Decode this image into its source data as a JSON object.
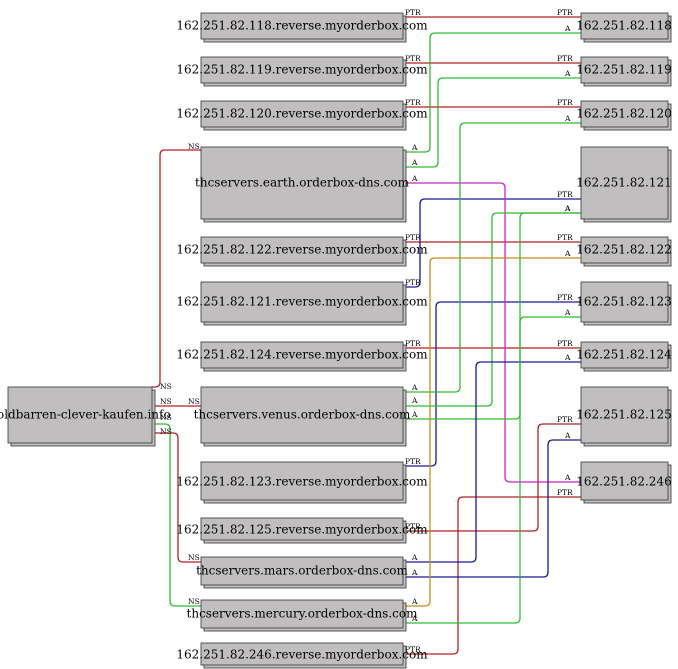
{
  "colors": {
    "NS": "#b22222",
    "PTR": "#b22222",
    "A_green": "#33bb33",
    "A_magenta": "#cc22cc",
    "A_blue": "#1a1a99",
    "A_orange": "#c88a1a",
    "node_fill": "#c0bebf"
  },
  "nodes": {
    "domain": "goldbarren-clever-kaufen.info",
    "ns_earth": "thcservers.earth.orderbox-dns.com",
    "ns_venus": "thcservers.venus.orderbox-dns.com",
    "ns_mars": "thcservers.mars.orderbox-dns.com",
    "ns_mercury": "thcservers.mercury.orderbox-dns.com",
    "ptr118": "162.251.82.118.reverse.myorderbox.com",
    "ptr119": "162.251.82.119.reverse.myorderbox.com",
    "ptr120": "162.251.82.120.reverse.myorderbox.com",
    "ptr122": "162.251.82.122.reverse.myorderbox.com",
    "ptr121": "162.251.82.121.reverse.myorderbox.com",
    "ptr124": "162.251.82.124.reverse.myorderbox.com",
    "ptr123": "162.251.82.123.reverse.myorderbox.com",
    "ptr125": "162.251.82.125.reverse.myorderbox.com",
    "ptr246": "162.251.82.246.reverse.myorderbox.com",
    "ip118": "162.251.82.118",
    "ip119": "162.251.82.119",
    "ip120": "162.251.82.120",
    "ip121": "162.251.82.121",
    "ip122": "162.251.82.122",
    "ip123": "162.251.82.123",
    "ip124": "162.251.82.124",
    "ip125": "162.251.82.125",
    "ip246": "162.251.82.246"
  },
  "edge_labels": {
    "ns": "NS",
    "ptr": "PTR",
    "a": "A"
  },
  "edges": [
    {
      "from": "domain",
      "to": "ns_earth",
      "type": "NS"
    },
    {
      "from": "domain",
      "to": "ns_venus",
      "type": "NS"
    },
    {
      "from": "domain",
      "to": "ns_mars",
      "type": "NS"
    },
    {
      "from": "domain",
      "to": "ns_mercury",
      "type": "NS"
    },
    {
      "from": "ptr118",
      "to": "ip118",
      "type": "PTR"
    },
    {
      "from": "ptr119",
      "to": "ip119",
      "type": "PTR"
    },
    {
      "from": "ptr120",
      "to": "ip120",
      "type": "PTR"
    },
    {
      "from": "ptr122",
      "to": "ip122",
      "type": "PTR"
    },
    {
      "from": "ptr121",
      "to": "ip121",
      "type": "PTR"
    },
    {
      "from": "ptr124",
      "to": "ip124",
      "type": "PTR"
    },
    {
      "from": "ptr123",
      "to": "ip123",
      "type": "PTR"
    },
    {
      "from": "ptr125",
      "to": "ip125",
      "type": "PTR"
    },
    {
      "from": "ptr246",
      "to": "ip246",
      "type": "PTR"
    },
    {
      "from": "ns_earth",
      "to": "ip118",
      "type": "A"
    },
    {
      "from": "ns_earth",
      "to": "ip119",
      "type": "A"
    },
    {
      "from": "ns_earth",
      "to": "ip246",
      "type": "A"
    },
    {
      "from": "ns_venus",
      "to": "ip120",
      "type": "A"
    },
    {
      "from": "ns_venus",
      "to": "ip121",
      "type": "A"
    },
    {
      "from": "ns_venus",
      "to": "ip123",
      "type": "A"
    },
    {
      "from": "ns_mars",
      "to": "ip124",
      "type": "A"
    },
    {
      "from": "ns_mars",
      "to": "ip125",
      "type": "A"
    },
    {
      "from": "ns_mercury",
      "to": "ip122",
      "type": "A"
    },
    {
      "from": "ns_mercury",
      "to": "ip121",
      "type": "A"
    }
  ]
}
